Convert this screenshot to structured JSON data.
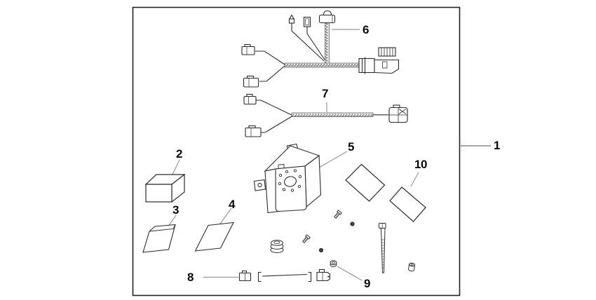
{
  "figure": {
    "type": "exploded-parts-diagram",
    "background": "#ffffff",
    "ink_color": "#2b2b2b",
    "leader_color": "#999999",
    "callouts": [
      {
        "label": "1",
        "part": "complete-kit-frame"
      },
      {
        "label": "2",
        "part": "box"
      },
      {
        "label": "3",
        "part": "folded-pad-sheet"
      },
      {
        "label": "4",
        "part": "flat-pad-sheet"
      },
      {
        "label": "5",
        "part": "control-unit"
      },
      {
        "label": "6",
        "part": "main-wire-harness"
      },
      {
        "label": "7",
        "part": "sub-wire-harness"
      },
      {
        "label": "8",
        "part": "sub-cord"
      },
      {
        "label": "9",
        "part": "flange-nut"
      },
      {
        "label": "10",
        "part": "label-sheet"
      }
    ]
  }
}
